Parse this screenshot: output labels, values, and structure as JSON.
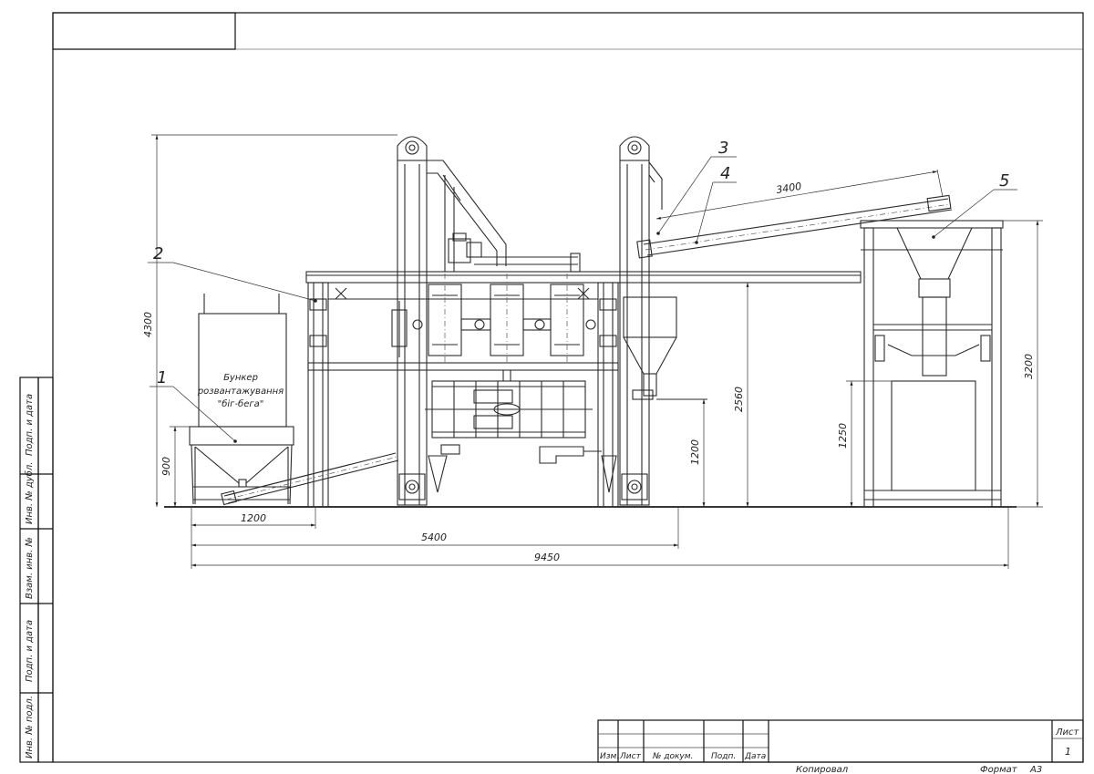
{
  "drawing": {
    "dimensions": {
      "d_4300": "4300",
      "d_900": "900",
      "d_1200_left": "1200",
      "d_5400": "5400",
      "d_9450": "9450",
      "d_3400": "3400",
      "d_2560": "2560",
      "d_1200_right": "1200",
      "d_1250": "1250",
      "d_3200": "3200"
    },
    "callouts": [
      "1",
      "2",
      "3",
      "4",
      "5"
    ],
    "hopper_label": [
      "Бункер",
      "розвантажування",
      "\"біг-бега\""
    ]
  },
  "side_stamp": {
    "cells": [
      "Подп. и дата",
      "Инв. № дубл.",
      "Взам. инв. №",
      "Подп. и дата",
      "Инв. № подл."
    ]
  },
  "title_block": {
    "headers": [
      "Изм.",
      "Лист",
      "№ докум.",
      "Подп.",
      "Дата"
    ],
    "sheet_label": "Лист",
    "sheet_number": "1",
    "copied": "Копировал",
    "format_label": "Формат",
    "format_value": "А3"
  }
}
